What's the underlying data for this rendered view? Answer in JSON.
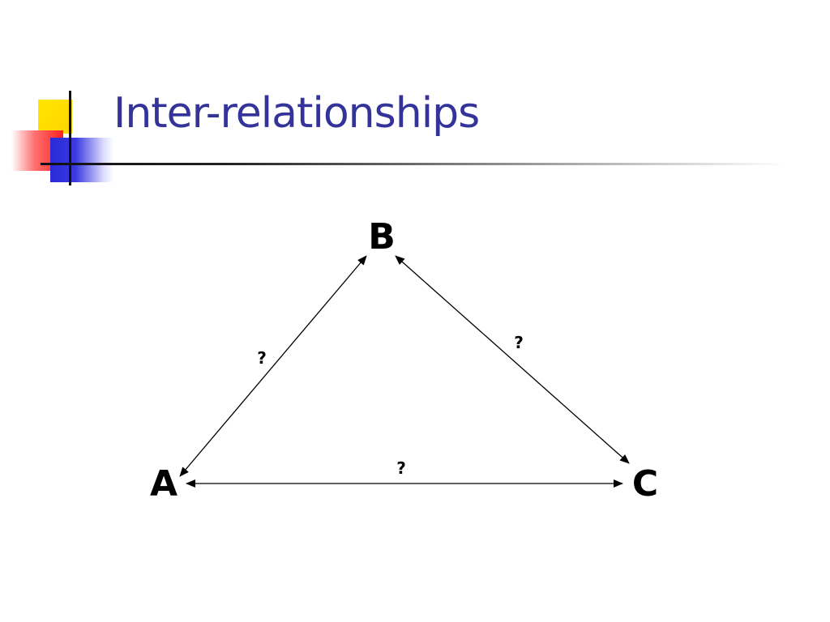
{
  "slide": {
    "title": "Inter-relationships",
    "title_color": "#33339a"
  },
  "diagram": {
    "nodes": [
      {
        "id": "A",
        "label": "A"
      },
      {
        "id": "B",
        "label": "B"
      },
      {
        "id": "C",
        "label": "C"
      }
    ],
    "edges": [
      {
        "from": "A",
        "to": "B",
        "label": "?",
        "direction": "bidirectional"
      },
      {
        "from": "B",
        "to": "C",
        "label": "?",
        "direction": "bidirectional"
      },
      {
        "from": "A",
        "to": "C",
        "label": "?",
        "direction": "bidirectional"
      }
    ]
  },
  "colors": {
    "logo_yellow": "#ffe600",
    "logo_red": "#ff2020",
    "logo_blue": "#2a2ad8",
    "line": "#000000"
  }
}
